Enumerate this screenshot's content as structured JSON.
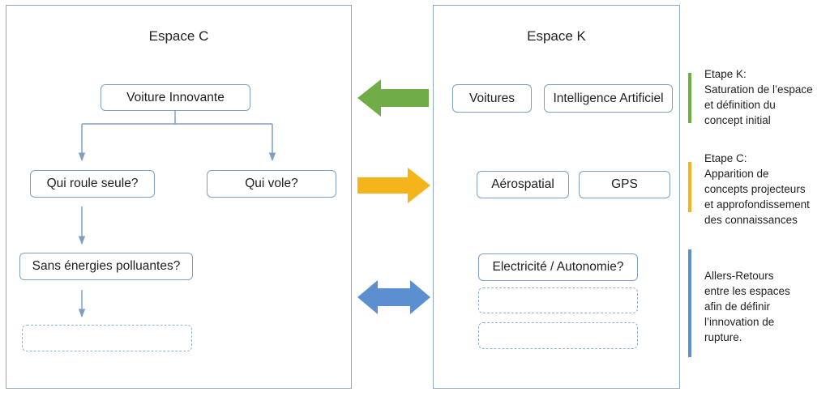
{
  "espace_c": {
    "title": "Espace C",
    "nodes": {
      "voiture": "Voiture Innovante",
      "roule": "Qui roule seule?",
      "vole": "Qui vole?",
      "energies": "Sans énergies polluantes?",
      "empty": ""
    }
  },
  "espace_k": {
    "title": "Espace K",
    "nodes": {
      "voitures": "Voitures",
      "ia": "Intelligence Artificiel",
      "aero": "Aérospatial",
      "gps": "GPS",
      "elec": "Electricité / Autonomie?",
      "empty1": "",
      "empty2": ""
    }
  },
  "arrows": {
    "k_to_c": {
      "direction": "left",
      "color": "#70ad47"
    },
    "c_to_k": {
      "direction": "right",
      "color": "#f4b41a"
    },
    "both": {
      "direction": "both",
      "color": "#5b8fd0"
    }
  },
  "legend": [
    {
      "color": "#70ad47",
      "text": "Etape K:\nSaturation de l’espace\net définition du\nconcept initial"
    },
    {
      "color": "#f4b41a",
      "text": "Etape C:\nApparition de\nconcepts projecteurs\net approfondissement\ndes connaissances"
    },
    {
      "color": "#5b8fd0",
      "text": "Allers-Retours\nentre les espaces\nafin de définir\nl’innovation de\nrupture."
    }
  ]
}
